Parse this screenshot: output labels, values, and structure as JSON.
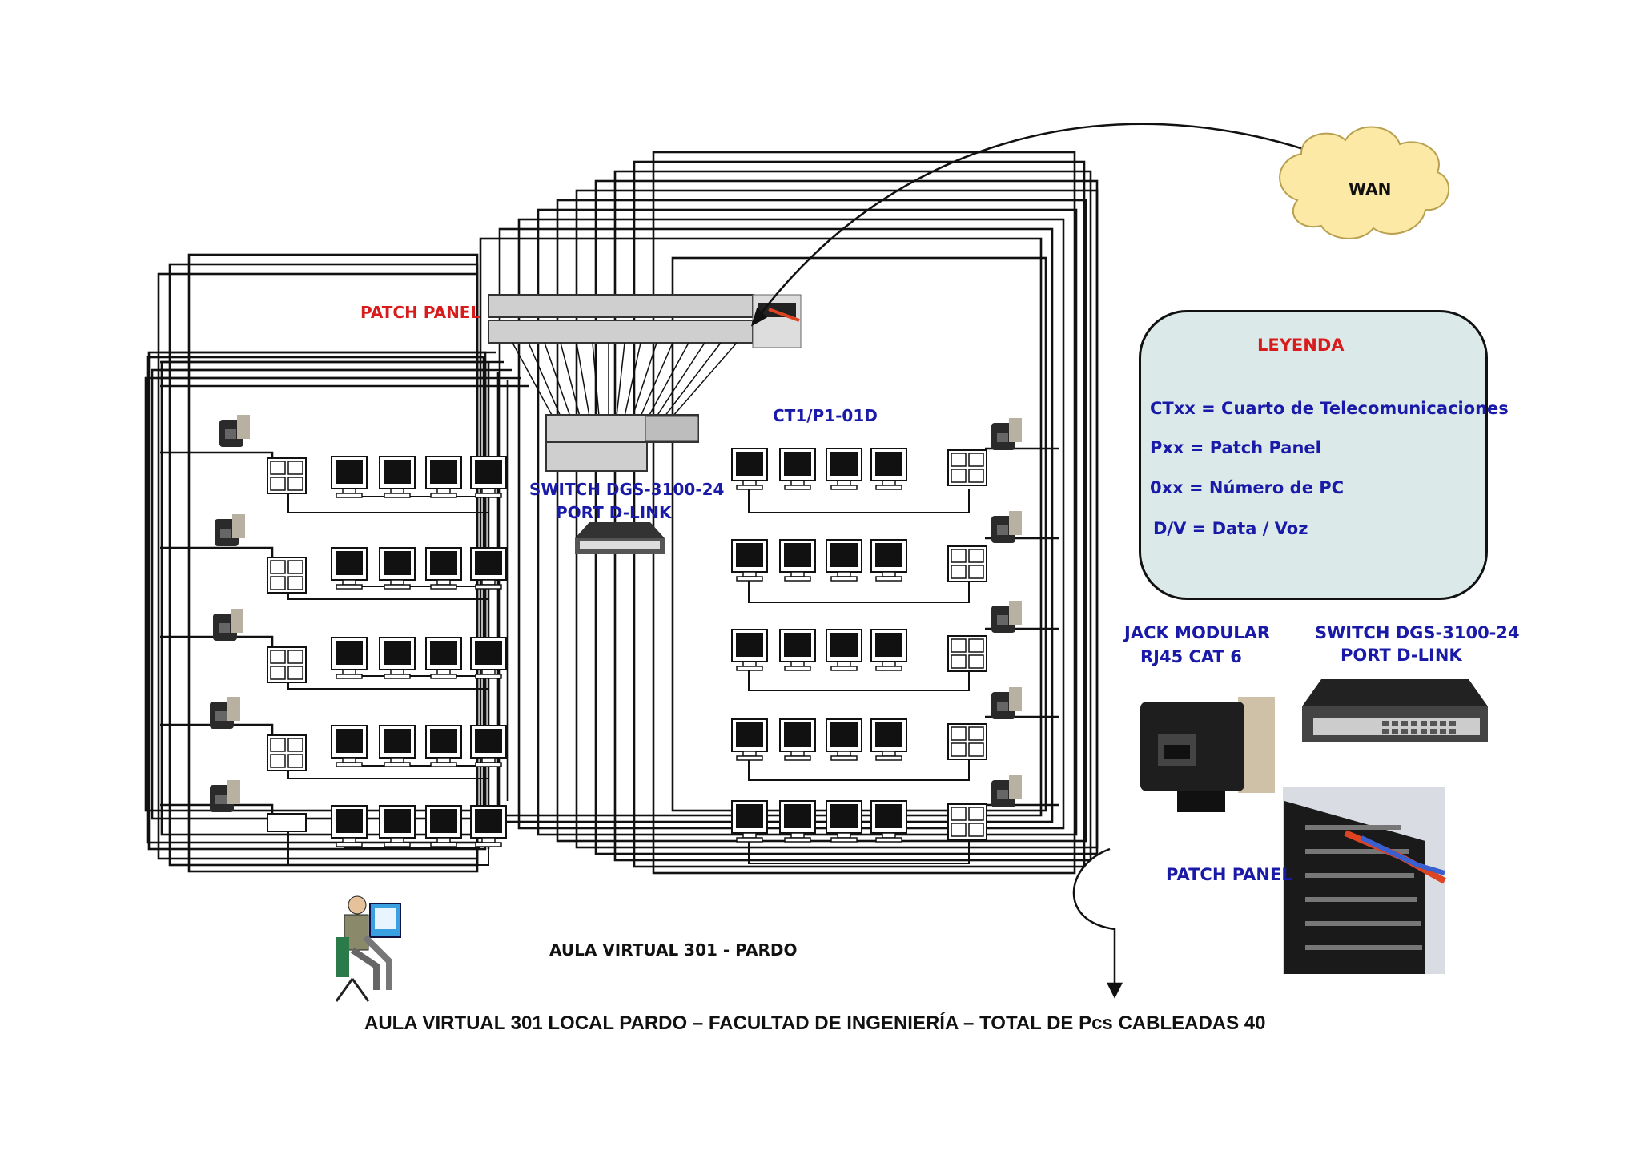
{
  "diagram": {
    "labels": {
      "patch_panel_top": "PATCH PANEL",
      "switch_center_line1": "SWITCH DGS-3100-24",
      "switch_center_line2": "PORT D-LINK",
      "ct_label": "CT1/P1-01D",
      "wan": "WAN",
      "room_label": "AULA VIRTUAL 301 - PARDO",
      "footer_title": "AULA VIRTUAL 301 LOCAL PARDO – FACULTAD DE INGENIERÍA – TOTAL DE Pcs CABLEADAS 40",
      "jack_line1": "JACK MODULAR",
      "jack_line2": "RJ45 CAT 6",
      "switch_photo_line1": "SWITCH DGS-3100-24",
      "switch_photo_line2": "PORT D-LINK",
      "patch_panel_photo": "PATCH PANEL"
    },
    "legend": {
      "title": "LEYENDA",
      "items": [
        "CTxx = Cuarto de Telecomunicaciones",
        "Pxx = Patch Panel",
        "0xx = Número de PC",
        "D/V = Data / Voz"
      ]
    },
    "colors": {
      "label_blue": "#1a1aa8",
      "label_red": "#d81b1b",
      "legend_bg": "#dbe9e9",
      "cloud_fill": "#fde9a6"
    }
  }
}
